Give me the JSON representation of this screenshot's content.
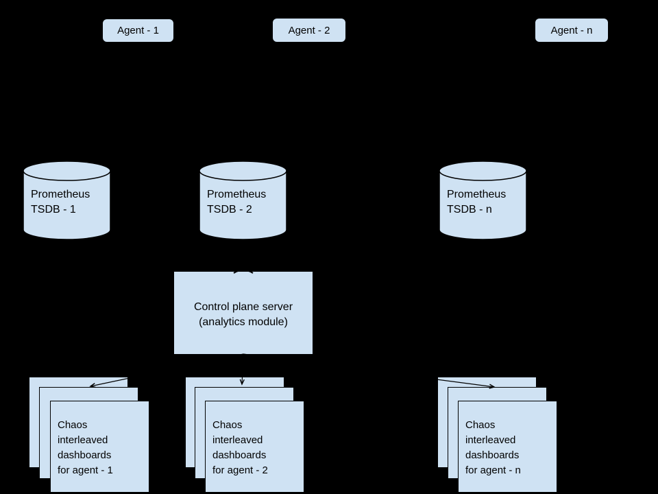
{
  "background": "#000000",
  "palette": {
    "node_fill": "#cfe2f3",
    "node_stroke": "#000000",
    "text_color": "#000000"
  },
  "agents": [
    {
      "label": "Agent - 1"
    },
    {
      "label": "Agent - 2"
    },
    {
      "label": "Agent - n"
    }
  ],
  "tsdbs": [
    {
      "lines": [
        "Prometheus",
        "TSDB - 1"
      ]
    },
    {
      "lines": [
        "Prometheus",
        "TSDB - 2"
      ]
    },
    {
      "lines": [
        "Prometheus",
        "TSDB - n"
      ]
    }
  ],
  "control_plane": {
    "lines": [
      "Control plane server",
      "(analytics module)"
    ]
  },
  "dashboard_stacks": [
    {
      "lines": [
        "Chaos",
        "interleaved",
        "dashboards",
        "for agent - 1"
      ]
    },
    {
      "lines": [
        "Chaos",
        "interleaved",
        "dashboards",
        "for agent - 2"
      ]
    },
    {
      "lines": [
        "Chaos",
        "interleaved",
        "dashboards",
        "for agent - n"
      ]
    }
  ],
  "edges": [
    {
      "from": "prometheus-tsdb-2",
      "to": "control-plane-server"
    },
    {
      "from": "control-plane-server",
      "to": "dashboards-agent-1"
    },
    {
      "from": "control-plane-server",
      "to": "dashboards-agent-2"
    },
    {
      "from": "control-plane-server",
      "to": "dashboards-agent-n"
    }
  ]
}
